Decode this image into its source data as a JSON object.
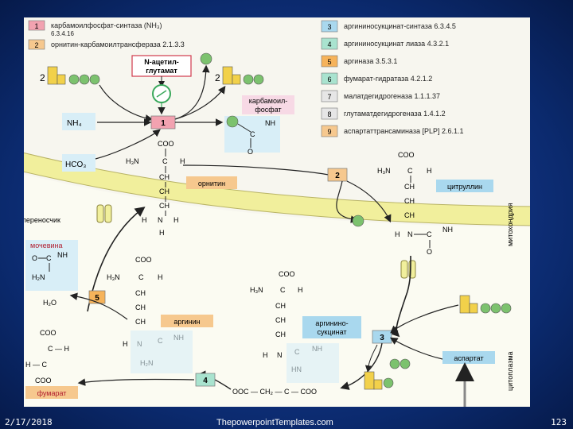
{
  "legend": [
    {
      "num": "1",
      "color": "#f2a2b0",
      "text": "карбамоилфосфат-синтаза (NH₃)",
      "sub": "6.3.4.16"
    },
    {
      "num": "2",
      "color": "#f6c88e",
      "text": "орнитин-карбамоилтрансфераза 2.1.3.3",
      "sub": ""
    },
    {
      "num": "3",
      "color": "#a9d8ee",
      "text": "аргининосукцинат-синтаза 6.3.4.5",
      "sub": ""
    },
    {
      "num": "4",
      "color": "#a9e3cf",
      "text": "аргининосукцинат лиаза 4.3.2.1",
      "sub": ""
    },
    {
      "num": "5",
      "color": "#f6b35a",
      "text": "аргиназа 3.5.3.1",
      "sub": ""
    },
    {
      "num": "6",
      "color": "#a9e3cf",
      "text": "фумарат-гидратаза 4.2.1.2",
      "sub": ""
    },
    {
      "num": "7",
      "color": "#e6e6e6",
      "text": "малатдегидрогеназа 1.1.1.37",
      "sub": ""
    },
    {
      "num": "8",
      "color": "#e6e6e6",
      "text": "глутаматдегидрогеназа 1.4.1.2",
      "sub": ""
    },
    {
      "num": "9",
      "color": "#f6c88e",
      "text": "аспартаттрансаминаза [PLP] 2.6.1.1",
      "sub": ""
    }
  ],
  "labels": {
    "acetylglutamate_1": "N-ацетил-",
    "acetylglutamate_2": "глутамат",
    "carbamoylphosphate_1": "карбамоил-",
    "carbamoylphosphate_2": "фосфат",
    "ornithine": "орнитин",
    "citrulline": "цитруллин",
    "arginine": "аргинин",
    "argsuc_1": "аргинино-",
    "argsuc_2": "сукцинат",
    "urea": "мочевина",
    "fumarate": "фумарат",
    "aspartate": "аспартат",
    "transporter": "переносчик",
    "mitochondria": "митохондрия",
    "cytoplasm": "цитоплазма",
    "nh3": "NH₄",
    "hco3": "HCO₃",
    "h2o": "H₂O",
    "coefficient": "2"
  },
  "footer": {
    "date": "2/17/2018",
    "site": "ThepowerpointTemplates.com",
    "page": "123"
  }
}
